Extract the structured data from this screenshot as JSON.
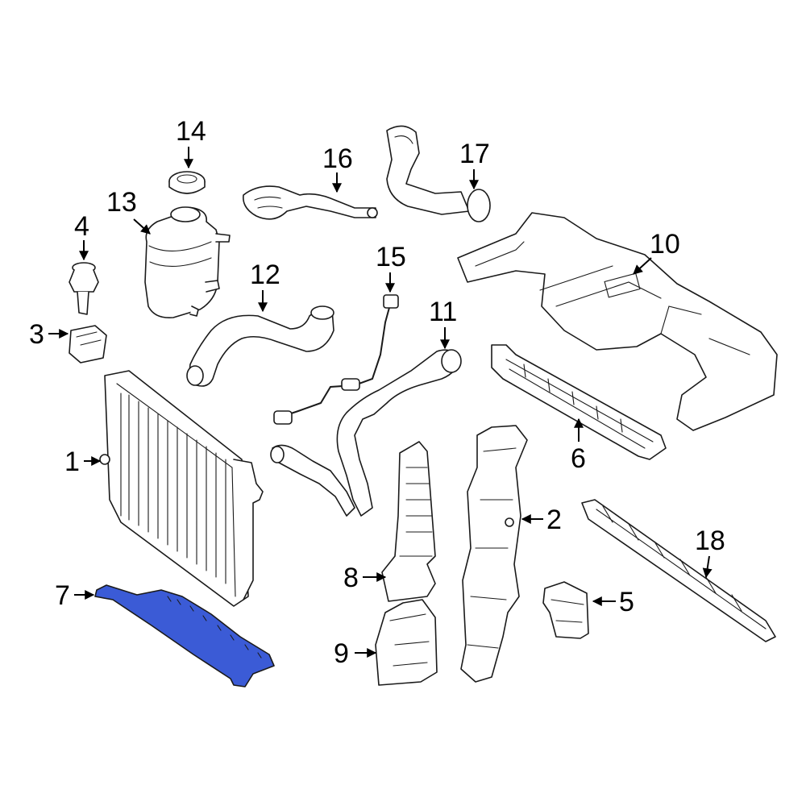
{
  "colors": {
    "highlight": "#3B5BD6",
    "line": "#1a1a1a",
    "background": "#ffffff"
  },
  "callouts": [
    "1",
    "2",
    "3",
    "4",
    "5",
    "6",
    "7",
    "8",
    "9",
    "10",
    "11",
    "12",
    "13",
    "14",
    "15",
    "16",
    "17",
    "18"
  ],
  "highlighted_part": "7"
}
